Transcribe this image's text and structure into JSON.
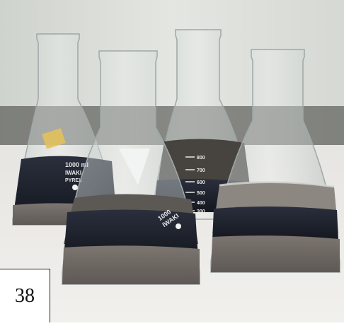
{
  "photo": {
    "subject": "four-erlenmeyer-flasks",
    "colors": {
      "wall": "#d9dcd7",
      "bench": "#e9e9e6",
      "dark_liquid": "#1b1f2b",
      "sediment": "#6f6965",
      "glass": "#cfd7d6"
    }
  },
  "flask_markings": {
    "left_volume": "1000 ml",
    "left_brand": "IWAKI",
    "left_sub": "PYREX",
    "front_volume": "1000",
    "front_brand": "IWAKI",
    "grad_800": "800",
    "grad_700": "700",
    "grad_600": "600",
    "grad_500": "500",
    "grad_400": "400",
    "grad_300": "300"
  },
  "page_label": "38"
}
